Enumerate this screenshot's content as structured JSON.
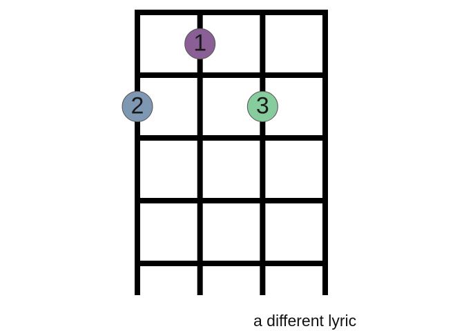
{
  "diagram": {
    "string_count": 4,
    "fret_count": 4,
    "line_color": "#000000",
    "fingers": [
      {
        "label": "1",
        "string": 2,
        "fret": 1,
        "color": "#8a5f95"
      },
      {
        "label": "2",
        "string": 1,
        "fret": 2,
        "color": "#7e97b3"
      },
      {
        "label": "3",
        "string": 3,
        "fret": 2,
        "color": "#86cc9c"
      }
    ]
  },
  "caption": {
    "text": "a different lyric"
  }
}
